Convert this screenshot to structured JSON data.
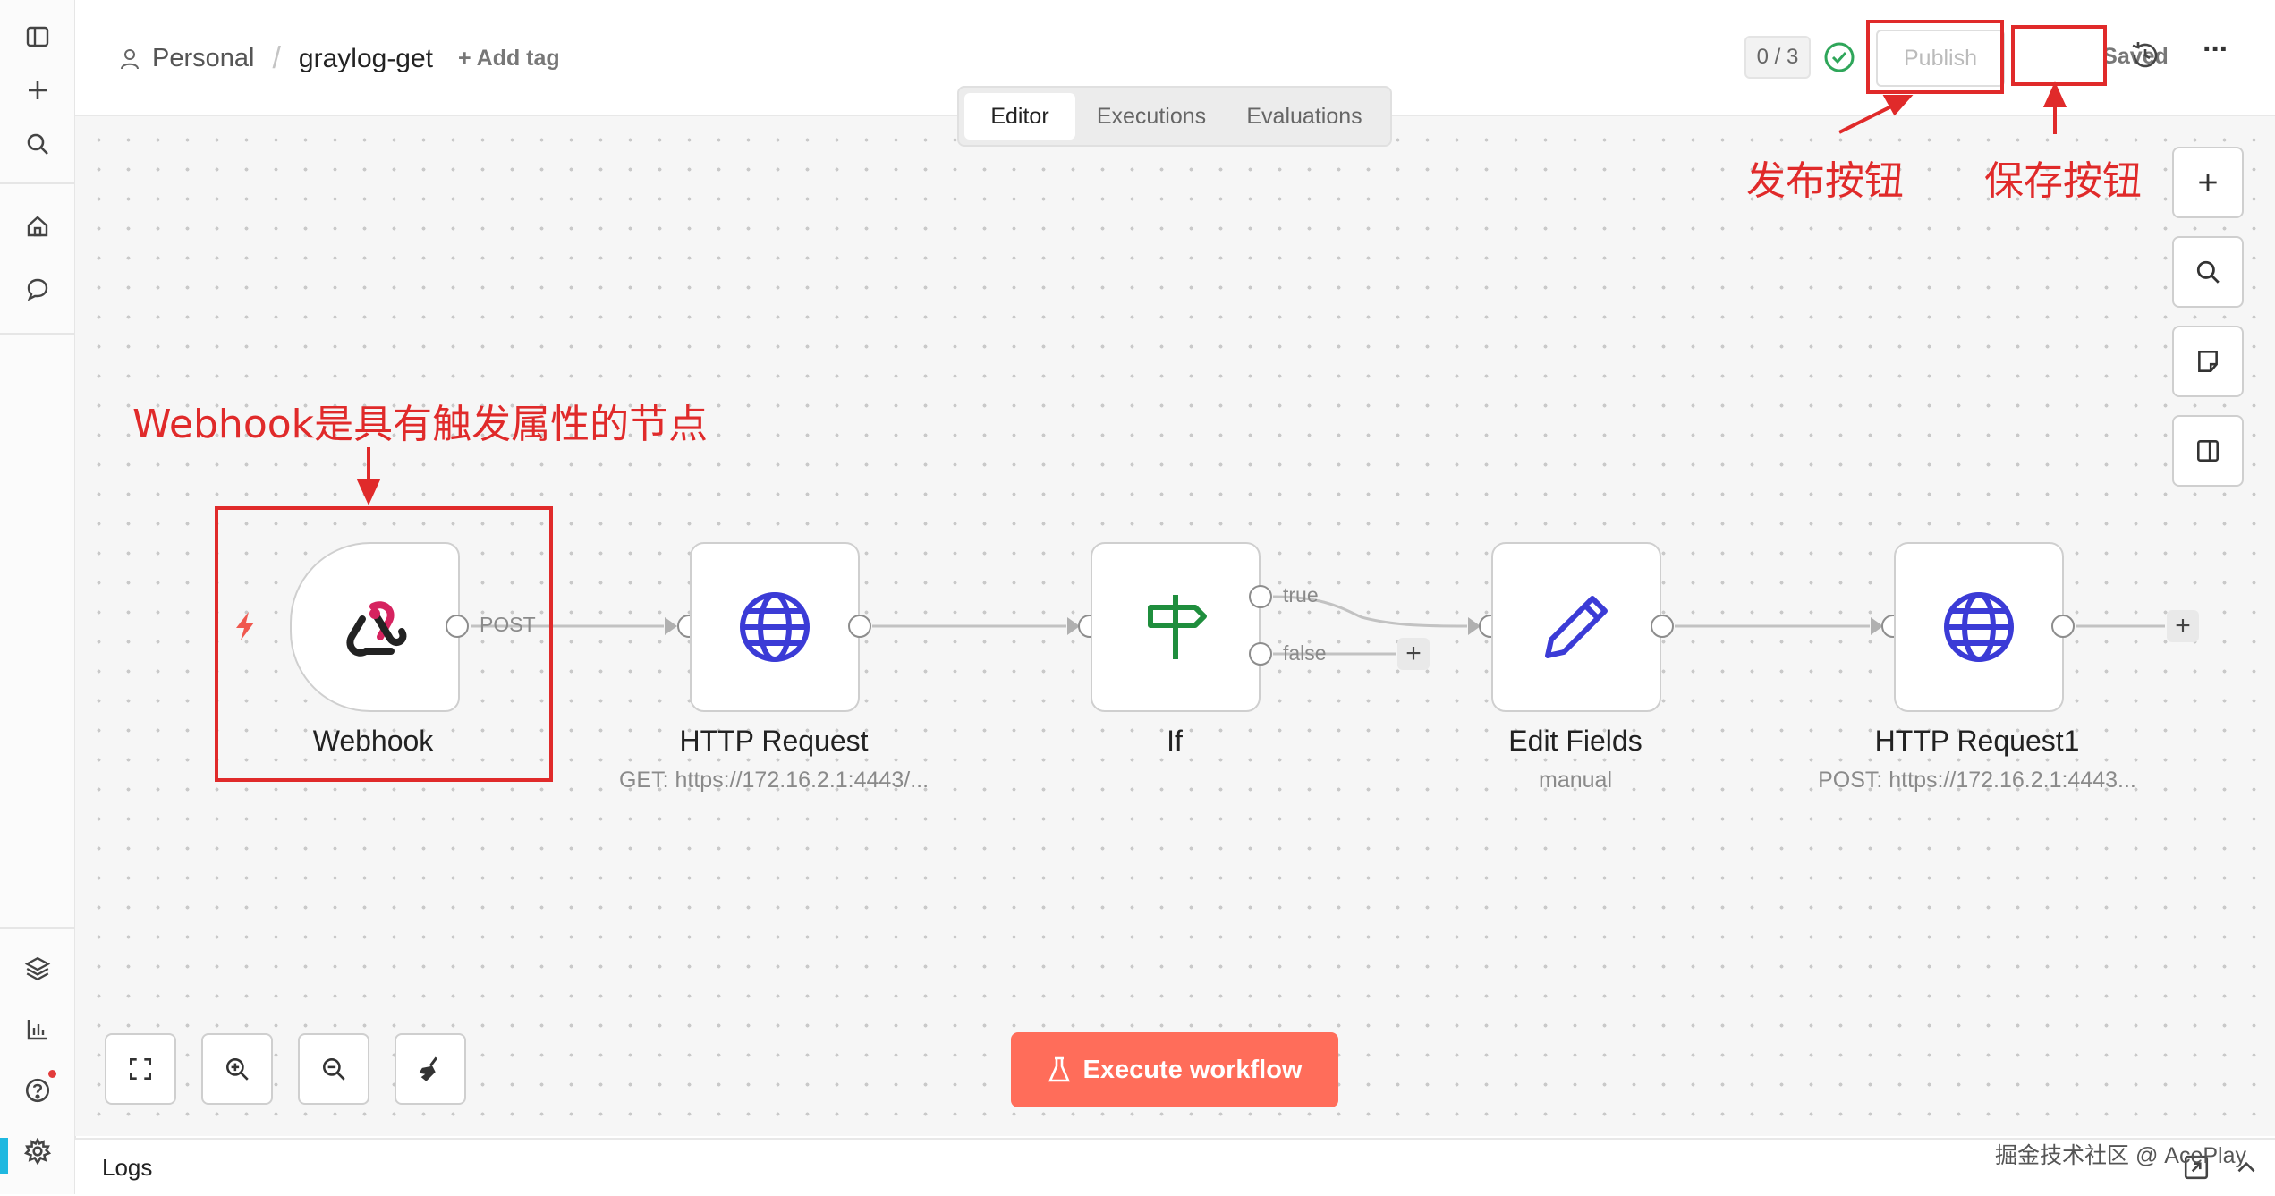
{
  "sidebar": {
    "icons": [
      "sidebar-toggle-icon",
      "plus-icon",
      "search-icon",
      "home-icon",
      "chat-icon",
      "cube-icon",
      "chart-icon",
      "help-icon",
      "settings-icon"
    ]
  },
  "header": {
    "owner": "Personal",
    "separator": "/",
    "workflow_name": "graylog-get",
    "add_tag": "+ Add tag",
    "counter": "0 / 3",
    "publish_label": "Publish",
    "saved_label": "Saved",
    "more_label": "···"
  },
  "tabs": [
    {
      "label": "Editor",
      "active": true
    },
    {
      "label": "Executions",
      "active": false
    },
    {
      "label": "Evaluations",
      "active": false
    }
  ],
  "annotations": {
    "publish_note": "发布按钮",
    "save_note": "保存按钮",
    "webhook_note": "Webhook是具有触发属性的节点"
  },
  "nodes": [
    {
      "name": "Webhook",
      "subtitle": "",
      "icon": "webhook-icon",
      "output_label": "POST"
    },
    {
      "name": "HTTP Request",
      "subtitle": "GET: https://172.16.2.1:4443/...",
      "icon": "globe-icon"
    },
    {
      "name": "If",
      "subtitle": "",
      "icon": "signpost-icon",
      "true_label": "true",
      "false_label": "false"
    },
    {
      "name": "Edit Fields",
      "subtitle": "manual",
      "icon": "pencil-icon"
    },
    {
      "name": "HTTP Request1",
      "subtitle": "POST: https://172.16.2.1:4443...",
      "icon": "globe-icon"
    }
  ],
  "execute_button": "Execute workflow",
  "logs_label": "Logs",
  "watermark": "掘金技术社区 @ AcePlay",
  "colors": {
    "annotation_red": "#e02a2a",
    "execute_bg": "#ff6d5a",
    "globe_blue": "#3b3bd6",
    "if_green": "#1f8e3d",
    "success_green": "#2fa65a"
  }
}
